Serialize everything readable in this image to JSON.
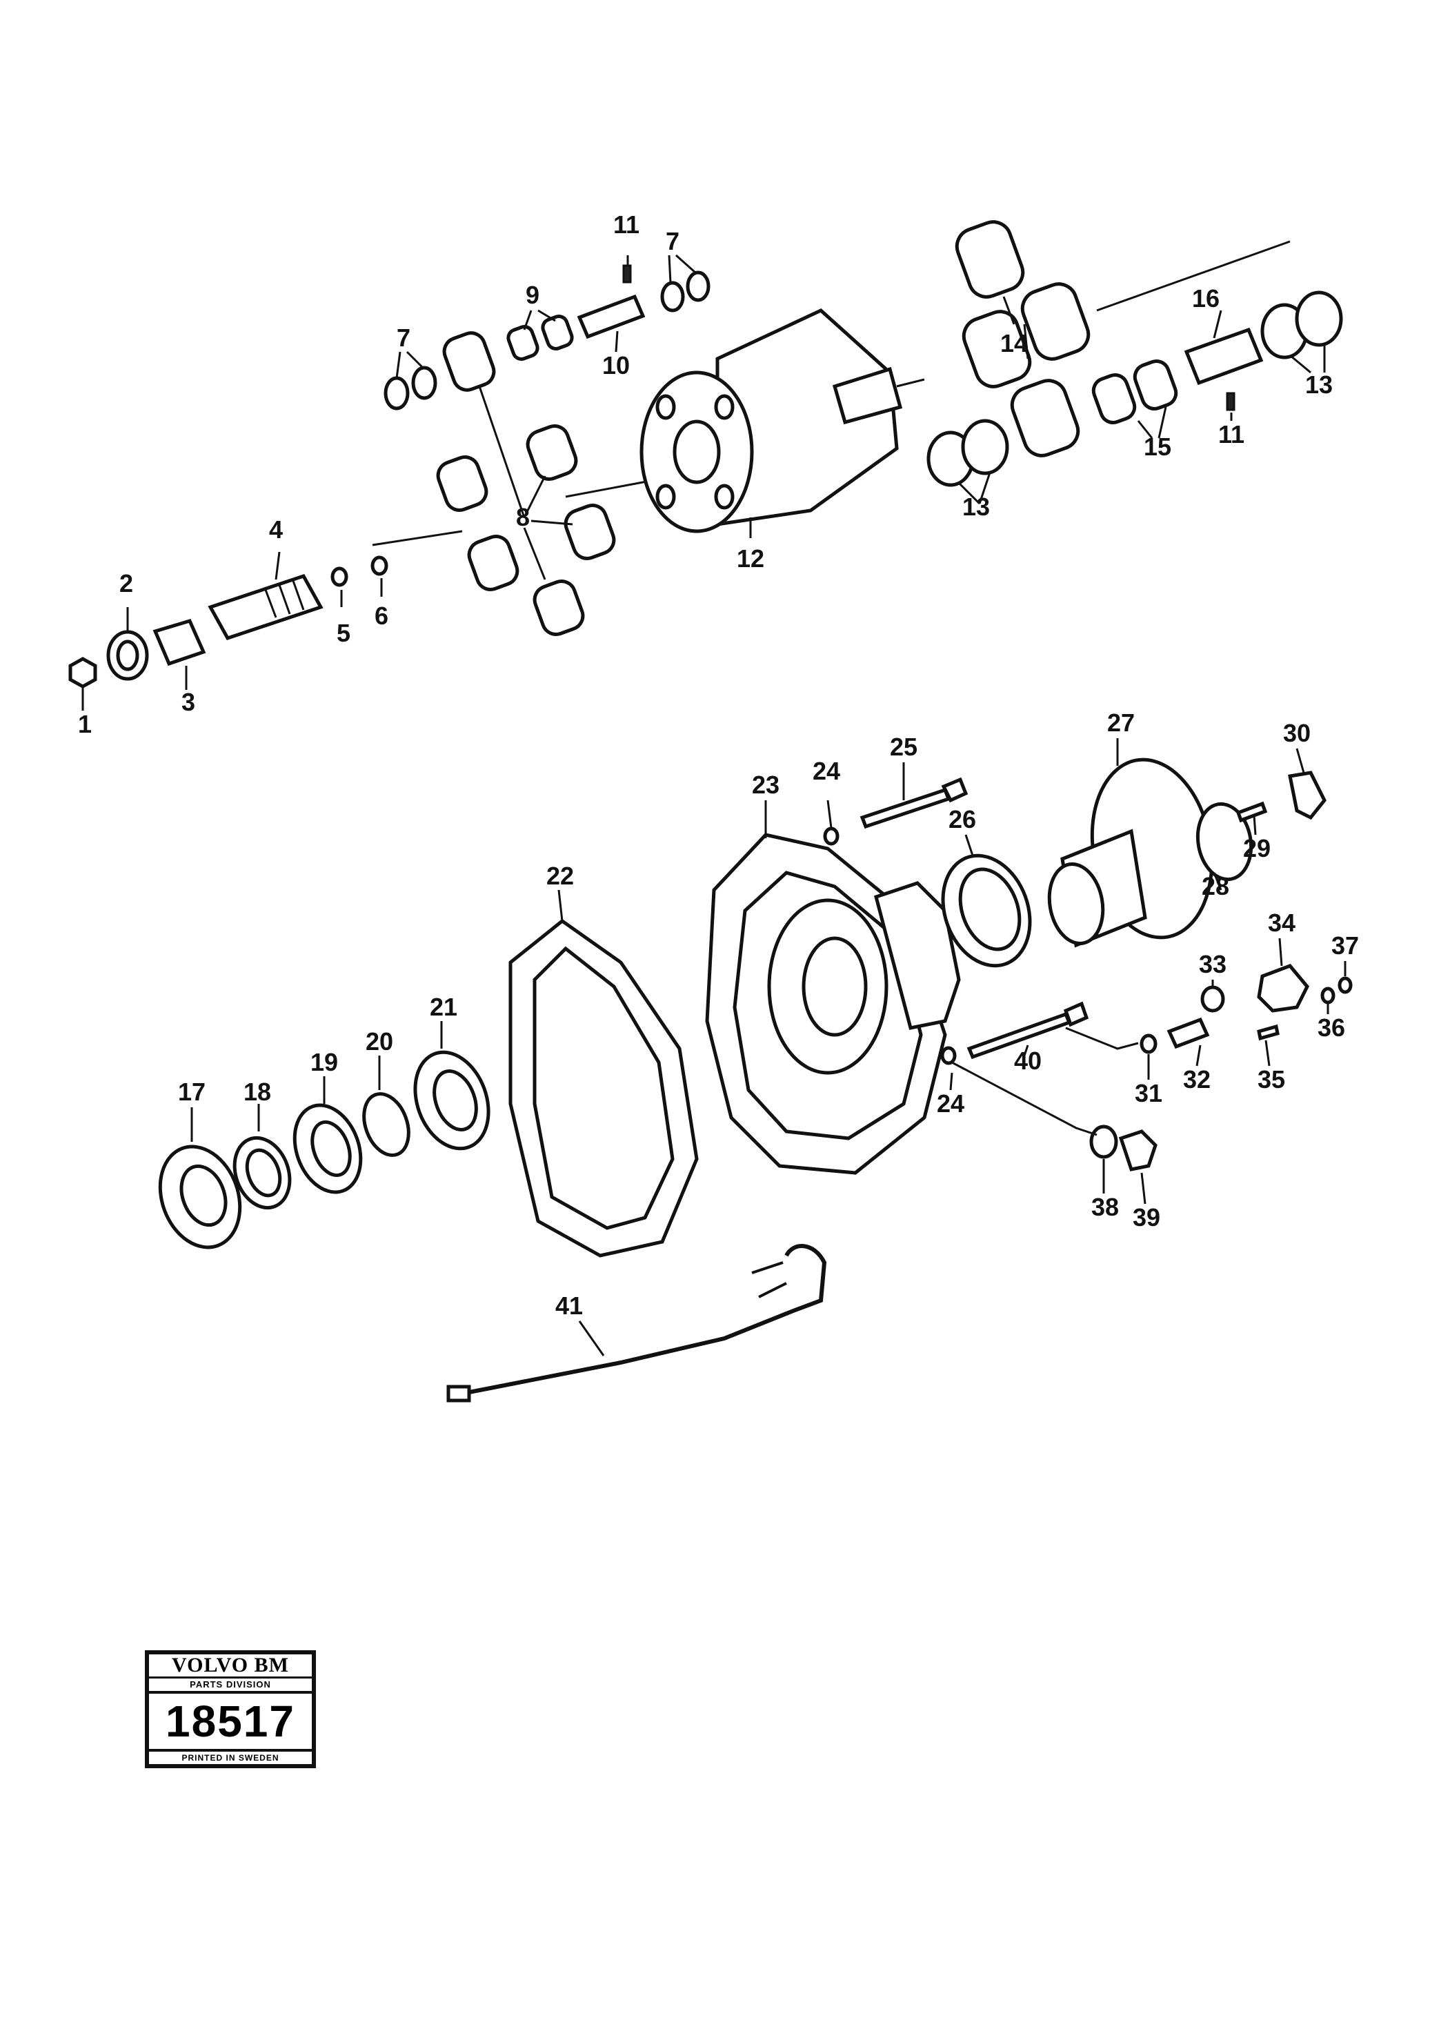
{
  "diagram": {
    "callouts": [
      {
        "id": "c1",
        "text": "1"
      },
      {
        "id": "c2",
        "text": "2"
      },
      {
        "id": "c3",
        "text": "3"
      },
      {
        "id": "c4",
        "text": "4"
      },
      {
        "id": "c5",
        "text": "5"
      },
      {
        "id": "c6",
        "text": "6"
      },
      {
        "id": "c7a",
        "text": "7"
      },
      {
        "id": "c7b",
        "text": "7"
      },
      {
        "id": "c8",
        "text": "8"
      },
      {
        "id": "c9",
        "text": "9"
      },
      {
        "id": "c10",
        "text": "10"
      },
      {
        "id": "c11a",
        "text": "11"
      },
      {
        "id": "c11b",
        "text": "11"
      },
      {
        "id": "c12",
        "text": "12"
      },
      {
        "id": "c13a",
        "text": "13"
      },
      {
        "id": "c13b",
        "text": "13"
      },
      {
        "id": "c14",
        "text": "14"
      },
      {
        "id": "c15",
        "text": "15"
      },
      {
        "id": "c16",
        "text": "16"
      },
      {
        "id": "c17",
        "text": "17"
      },
      {
        "id": "c18",
        "text": "18"
      },
      {
        "id": "c19",
        "text": "19"
      },
      {
        "id": "c20",
        "text": "20"
      },
      {
        "id": "c21",
        "text": "21"
      },
      {
        "id": "c22",
        "text": "22"
      },
      {
        "id": "c23",
        "text": "23"
      },
      {
        "id": "c24a",
        "text": "24"
      },
      {
        "id": "c24b",
        "text": "24"
      },
      {
        "id": "c25",
        "text": "25"
      },
      {
        "id": "c26",
        "text": "26"
      },
      {
        "id": "c27",
        "text": "27"
      },
      {
        "id": "c28",
        "text": "28"
      },
      {
        "id": "c29",
        "text": "29"
      },
      {
        "id": "c30",
        "text": "30"
      },
      {
        "id": "c31",
        "text": "31"
      },
      {
        "id": "c32",
        "text": "32"
      },
      {
        "id": "c33",
        "text": "33"
      },
      {
        "id": "c34",
        "text": "34"
      },
      {
        "id": "c35",
        "text": "35"
      },
      {
        "id": "c36",
        "text": "36"
      },
      {
        "id": "c37",
        "text": "37"
      },
      {
        "id": "c38",
        "text": "38"
      },
      {
        "id": "c39",
        "text": "39"
      },
      {
        "id": "c40",
        "text": "40"
      },
      {
        "id": "c41",
        "text": "41"
      }
    ]
  },
  "badge": {
    "brand": "VOLVO BM",
    "division": "PARTS DIVISION",
    "number": "18517",
    "printed": "PRINTED IN SWEDEN"
  }
}
